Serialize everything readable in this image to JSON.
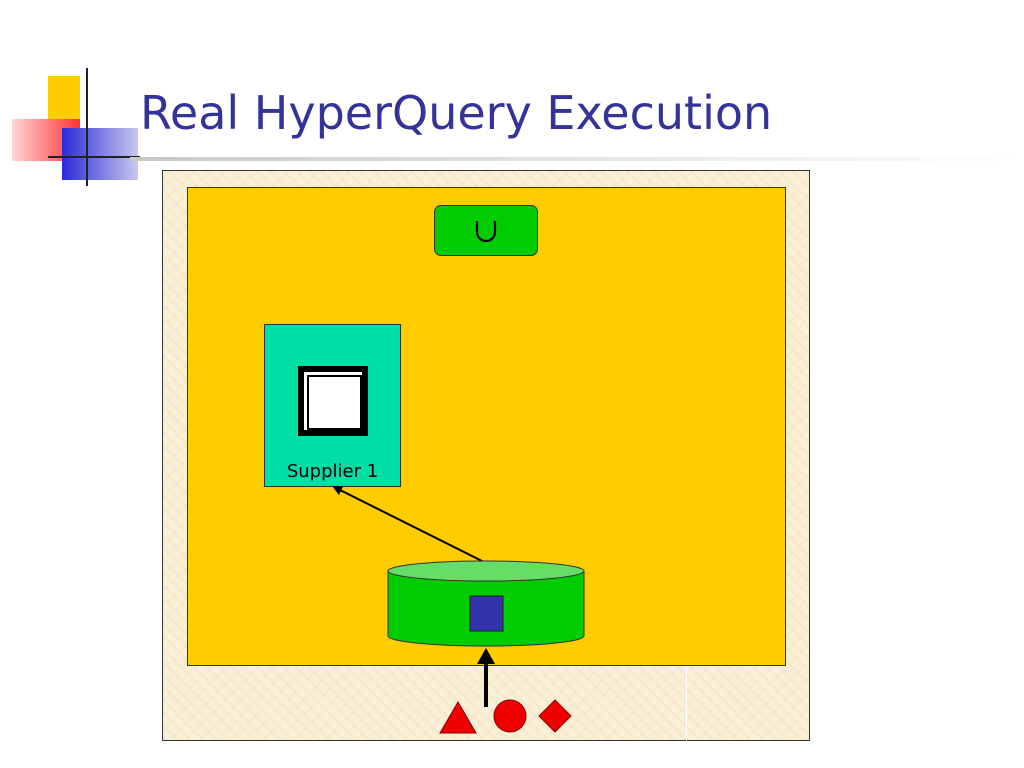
{
  "slide": {
    "title": "Real HyperQuery Execution"
  },
  "diagram": {
    "union_operator": {
      "symbol": "union-symbol",
      "fill": "#00cc00"
    },
    "supplier_node": {
      "label": "Supplier 1",
      "fill": "#00dfa6",
      "icon": "relation-table-icon"
    },
    "data_store": {
      "icon": "cylinder-database-icon",
      "fill": "#00cc00",
      "item_fill": "#3333aa"
    },
    "input_tokens": [
      {
        "shape": "triangle",
        "color": "#ee0000"
      },
      {
        "shape": "circle",
        "color": "#ee0000"
      },
      {
        "shape": "diamond",
        "color": "#ee0000"
      }
    ],
    "colors": {
      "panel": "#ffcc00",
      "title": "#33339a",
      "frame_background": "#faf0d8"
    }
  }
}
